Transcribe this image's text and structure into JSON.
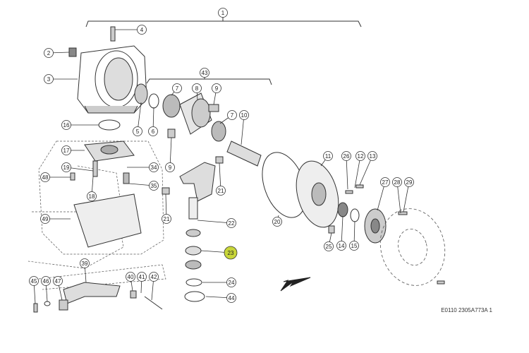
{
  "diagram": {
    "reference_code": "E0110 2305A773A 1",
    "highlighted_callout": "23",
    "highlight_color": "#c8d63a",
    "callouts": [
      {
        "id": "c1",
        "label": "1"
      },
      {
        "id": "c2",
        "label": "2"
      },
      {
        "id": "c3",
        "label": "3"
      },
      {
        "id": "c4",
        "label": "4"
      },
      {
        "id": "c5",
        "label": "5"
      },
      {
        "id": "c6",
        "label": "6"
      },
      {
        "id": "c7a",
        "label": "7"
      },
      {
        "id": "c7b",
        "label": "7"
      },
      {
        "id": "c8",
        "label": "8"
      },
      {
        "id": "c9a",
        "label": "9"
      },
      {
        "id": "c9b",
        "label": "9"
      },
      {
        "id": "c10",
        "label": "10"
      },
      {
        "id": "c11",
        "label": "11"
      },
      {
        "id": "c12",
        "label": "12"
      },
      {
        "id": "c13",
        "label": "13"
      },
      {
        "id": "c14",
        "label": "14"
      },
      {
        "id": "c15",
        "label": "15"
      },
      {
        "id": "c16",
        "label": "16"
      },
      {
        "id": "c17",
        "label": "17"
      },
      {
        "id": "c18",
        "label": "18"
      },
      {
        "id": "c19",
        "label": "19"
      },
      {
        "id": "c20",
        "label": "20"
      },
      {
        "id": "c21a",
        "label": "21"
      },
      {
        "id": "c21b",
        "label": "21"
      },
      {
        "id": "c22",
        "label": "22"
      },
      {
        "id": "c23",
        "label": "23"
      },
      {
        "id": "c24",
        "label": "24"
      },
      {
        "id": "c25",
        "label": "25"
      },
      {
        "id": "c26",
        "label": "26"
      },
      {
        "id": "c27",
        "label": "27"
      },
      {
        "id": "c28",
        "label": "28"
      },
      {
        "id": "c29",
        "label": "29"
      },
      {
        "id": "c34",
        "label": "34"
      },
      {
        "id": "c35",
        "label": "35"
      },
      {
        "id": "c39",
        "label": "39"
      },
      {
        "id": "c40",
        "label": "40"
      },
      {
        "id": "c41",
        "label": "41"
      },
      {
        "id": "c42",
        "label": "42"
      },
      {
        "id": "c43",
        "label": "43"
      },
      {
        "id": "c44",
        "label": "44"
      },
      {
        "id": "c45",
        "label": "45"
      },
      {
        "id": "c46",
        "label": "46"
      },
      {
        "id": "c47",
        "label": "47"
      },
      {
        "id": "c48",
        "label": "48"
      },
      {
        "id": "c49",
        "label": "49"
      }
    ]
  }
}
